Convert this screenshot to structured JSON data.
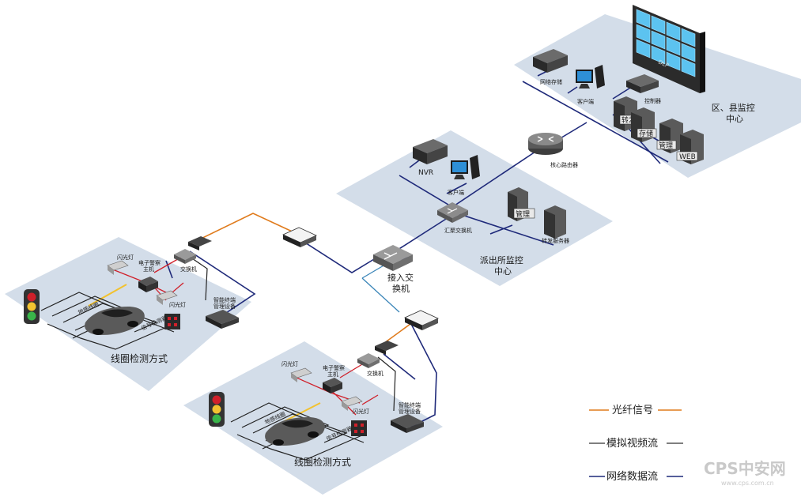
{
  "zones": {
    "district_center": "区、县监控\n中心",
    "police_station": "派出所监控\n中心"
  },
  "devices": {
    "network_storage": "网络存储",
    "client_top": "客户端",
    "controller": "控制器",
    "dlp": "DLP",
    "srv_forward": "转发",
    "srv_storage": "存储",
    "srv_manage": "管理",
    "srv_web": "WEB",
    "core_router": "核心路由器",
    "nvr": "NVR",
    "client_mid": "客户端",
    "aggregation_switch": "汇聚交换机",
    "srv_manage2": "管理",
    "forward_server": "转发服务器",
    "access_switch": "接入交\n换机"
  },
  "sites": [
    {
      "flash1": "闪光灯",
      "ep_host": "电子警察\n主机",
      "switch": "交换机",
      "flash2": "闪光灯",
      "smart_terminal": "智能终端\n管理设备",
      "loop": "地感线圈",
      "signal": "信号检测器",
      "caption": "线圈检测方式"
    },
    {
      "flash1": "闪光灯",
      "ep_host": "电子警察\n主机",
      "switch": "交换机",
      "flash2": "闪光灯",
      "smart_terminal": "智能终端\n管理设备",
      "loop": "地感线圈",
      "signal": "信号检测器",
      "caption": "线圈检测方式"
    }
  ],
  "legend": [
    {
      "label": "光纤信号",
      "color": "#e07b1c"
    },
    {
      "label": "模拟视频流",
      "color": "#555555"
    },
    {
      "label": "网络数据流",
      "color": "#1f2a7a"
    }
  ],
  "watermark": {
    "brand": "CPS中安网",
    "url": "www.cps.com.cn"
  },
  "colors": {
    "zone": "#d3dde9",
    "fiber": "#e07b1c",
    "network": "#1f2a7a",
    "teal": "#2f7fb5",
    "red": "#d0202a",
    "yellow": "#f2c230",
    "dark": "#2b2b2b",
    "screen": "#5cc3f0"
  }
}
